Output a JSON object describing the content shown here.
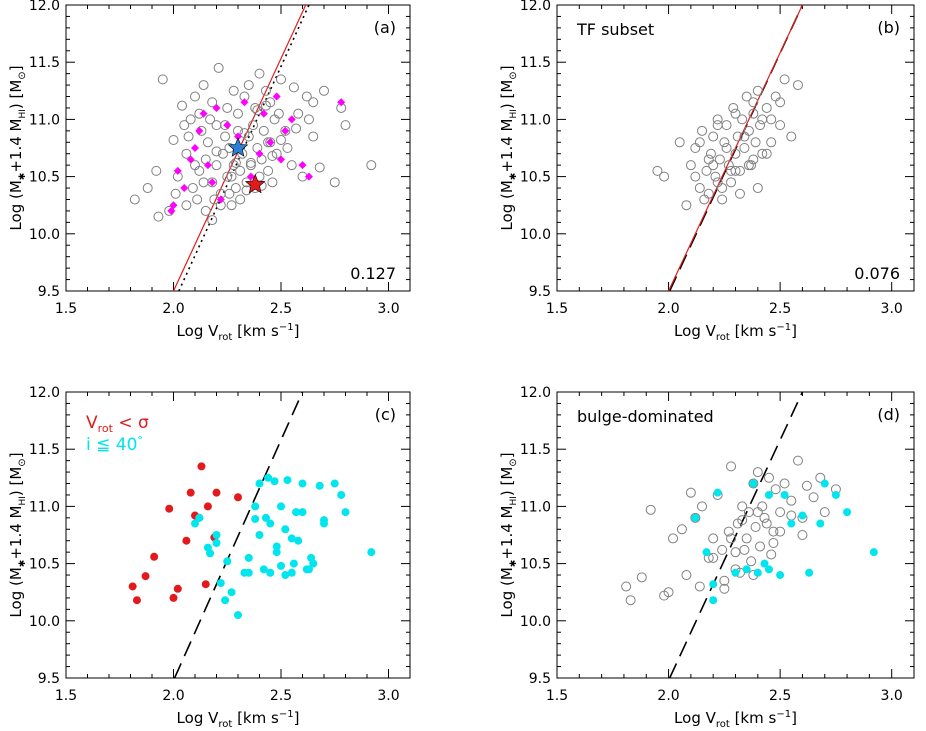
{
  "chart_data": [
    {
      "type": "scatter",
      "panel_label": "(a)",
      "inner_label": "",
      "scatter_value": "0.127",
      "xlabel": "Log V_rot [km s^-1]",
      "ylabel": "Log (M*+1.4 M_HI) [M_sun]",
      "xlim": [
        1.5,
        3.1
      ],
      "ylim": [
        9.5,
        12.0
      ],
      "x_ticks": [
        "1.5",
        "2.0",
        "2.5",
        "3.0"
      ],
      "y_ticks": [
        "9.5",
        "10.0",
        "10.5",
        "11.0",
        "11.5",
        "12.0"
      ],
      "lines": [
        {
          "name": "fit",
          "style": "solid",
          "color": "#e31a1c",
          "x": [
            2.0,
            2.615
          ],
          "y": [
            9.5,
            12.0
          ]
        },
        {
          "name": "reference",
          "style": "dotted",
          "color": "#000000",
          "x": [
            2.025,
            2.63
          ],
          "y": [
            9.5,
            12.0
          ]
        }
      ],
      "series": [
        {
          "name": "galaxies",
          "marker": "open-circle",
          "color": "#808080",
          "x": [
            1.82,
            1.88,
            1.92,
            1.95,
            1.98,
            2.0,
            2.02,
            2.04,
            2.05,
            2.06,
            2.07,
            2.08,
            2.09,
            2.1,
            2.1,
            2.11,
            2.12,
            2.13,
            2.14,
            2.15,
            2.15,
            2.16,
            2.17,
            2.18,
            2.18,
            2.19,
            2.2,
            2.2,
            2.21,
            2.22,
            2.23,
            2.24,
            2.25,
            2.25,
            2.26,
            2.27,
            2.28,
            2.28,
            2.29,
            2.3,
            2.3,
            2.31,
            2.32,
            2.33,
            2.34,
            2.35,
            2.35,
            2.36,
            2.37,
            2.38,
            2.38,
            2.39,
            2.4,
            2.4,
            2.41,
            2.42,
            2.43,
            2.44,
            2.45,
            2.45,
            2.46,
            2.47,
            2.48,
            2.5,
            2.52,
            2.55,
            2.58,
            2.6,
            2.62,
            2.65,
            2.7,
            2.75,
            2.78,
            2.8,
            2.92,
            1.93,
            2.01,
            2.06,
            2.14,
            2.18,
            2.22,
            2.27,
            2.31,
            2.36,
            2.41,
            2.44,
            2.49,
            2.53,
            2.57,
            2.63,
            2.68,
            2.12,
            2.2,
            2.26,
            2.33,
            2.39,
            2.46,
            2.24,
            2.29,
            2.34,
            2.43,
            2.5,
            2.56,
            2.65
          ],
          "y": [
            10.3,
            10.4,
            10.55,
            11.35,
            10.2,
            10.82,
            10.5,
            11.12,
            10.95,
            10.7,
            10.85,
            11.0,
            10.4,
            10.6,
            11.2,
            10.3,
            10.55,
            10.9,
            11.3,
            10.2,
            10.65,
            10.8,
            11.0,
            10.45,
            11.15,
            10.3,
            10.6,
            10.95,
            11.45,
            10.35,
            10.7,
            10.85,
            10.5,
            11.1,
            10.75,
            10.25,
            10.6,
            11.25,
            10.4,
            10.9,
            11.05,
            10.55,
            10.7,
            11.2,
            10.45,
            10.85,
            11.3,
            10.6,
            10.95,
            10.4,
            11.1,
            10.75,
            10.5,
            11.4,
            10.65,
            10.9,
            11.25,
            10.55,
            10.8,
            11.15,
            10.45,
            11.0,
            10.7,
            11.35,
            10.9,
            10.6,
            11.05,
            10.5,
            11.2,
            10.85,
            11.25,
            10.45,
            11.1,
            10.95,
            10.6,
            10.15,
            10.35,
            10.25,
            10.45,
            10.12,
            10.25,
            10.5,
            10.3,
            10.62,
            10.42,
            10.8,
            11.05,
            10.75,
            10.92,
            11.0,
            10.58,
            11.05,
            10.72,
            10.35,
            10.88,
            11.08,
            10.68,
            10.95,
            10.62,
            10.38,
            11.12,
            10.82,
            11.28,
            11.15
          ]
        },
        {
          "name": "highlighted",
          "marker": "filled-diamond",
          "color": "#ff00ff",
          "x": [
            1.99,
            2.0,
            2.02,
            2.05,
            2.08,
            2.1,
            2.12,
            2.14,
            2.16,
            2.18,
            2.2,
            2.22,
            2.25,
            2.3,
            2.33,
            2.36,
            2.4,
            2.42,
            2.45,
            2.48,
            2.5,
            2.52,
            2.55,
            2.6,
            2.63,
            2.78
          ],
          "y": [
            10.2,
            10.25,
            10.55,
            10.4,
            10.65,
            10.75,
            10.9,
            11.05,
            10.6,
            10.45,
            11.1,
            10.3,
            10.95,
            10.85,
            11.15,
            10.5,
            10.7,
            11.05,
            10.8,
            11.2,
            10.65,
            10.9,
            11.0,
            10.6,
            10.5,
            11.15
          ]
        },
        {
          "name": "star-blue",
          "marker": "star",
          "color": "#2b7fd6",
          "x": [
            2.3
          ],
          "y": [
            10.75
          ]
        },
        {
          "name": "star-red",
          "marker": "star",
          "color": "#e31a1c",
          "x": [
            2.38
          ],
          "y": [
            10.43
          ]
        }
      ]
    },
    {
      "type": "scatter",
      "panel_label": "(b)",
      "inner_label": "TF subset",
      "scatter_value": "0.076",
      "xlabel": "Log V_rot [km s^-1]",
      "ylabel": "Log (M*+1.4 M_HI) [M_sun]",
      "xlim": [
        1.5,
        3.1
      ],
      "ylim": [
        9.5,
        12.0
      ],
      "x_ticks": [
        "1.5",
        "2.0",
        "2.5",
        "3.0"
      ],
      "y_ticks": [
        "9.5",
        "10.0",
        "10.5",
        "11.0",
        "11.5",
        "12.0"
      ],
      "lines": [
        {
          "name": "dashed-fit",
          "style": "dashed",
          "color": "#000000",
          "x": [
            2.005,
            2.6
          ],
          "y": [
            9.5,
            12.0
          ]
        },
        {
          "name": "fit",
          "style": "solid",
          "color": "#e31a1c",
          "x": [
            2.0,
            2.6
          ],
          "y": [
            9.5,
            12.0
          ]
        }
      ],
      "series": [
        {
          "name": "TF subset",
          "marker": "open-circle",
          "color": "#808080",
          "x": [
            1.95,
            1.98,
            2.05,
            2.08,
            2.1,
            2.12,
            2.14,
            2.15,
            2.17,
            2.18,
            2.19,
            2.2,
            2.21,
            2.22,
            2.23,
            2.24,
            2.25,
            2.26,
            2.27,
            2.28,
            2.29,
            2.3,
            2.31,
            2.32,
            2.33,
            2.34,
            2.35,
            2.36,
            2.37,
            2.38,
            2.39,
            2.4,
            2.41,
            2.42,
            2.44,
            2.46,
            2.48,
            2.5,
            2.52,
            2.55,
            2.58,
            2.12,
            2.16,
            2.2,
            2.24,
            2.28,
            2.32,
            2.36,
            2.4,
            2.44,
            2.18,
            2.22,
            2.26,
            2.3,
            2.34,
            2.38,
            2.42,
            2.46,
            2.5,
            2.14,
            2.22,
            2.3,
            2.38
          ],
          "y": [
            10.55,
            10.5,
            10.8,
            10.25,
            10.6,
            10.75,
            10.4,
            10.9,
            10.55,
            10.35,
            10.7,
            10.85,
            10.5,
            11.0,
            10.65,
            10.3,
            10.8,
            10.95,
            10.6,
            10.45,
            11.1,
            10.7,
            10.85,
            10.55,
            11.0,
            10.75,
            11.2,
            10.9,
            10.6,
            11.05,
            10.8,
            11.25,
            10.95,
            10.7,
            11.1,
            11.0,
            11.2,
            10.95,
            11.35,
            10.85,
            11.3,
            10.5,
            10.3,
            10.6,
            10.4,
            10.55,
            10.35,
            10.6,
            10.4,
            10.7,
            10.65,
            10.45,
            10.75,
            10.55,
            10.85,
            10.65,
            11.0,
            10.8,
            11.15,
            10.8,
            10.95,
            11.05,
            11.15
          ]
        }
      ]
    },
    {
      "type": "scatter",
      "panel_label": "(c)",
      "inner_label": "",
      "scatter_value": "",
      "xlabel": "Log V_rot [km s^-1]",
      "ylabel": "Log (M*+1.4 M_HI) [M_sun]",
      "xlim": [
        1.5,
        3.1
      ],
      "ylim": [
        9.5,
        12.0
      ],
      "x_ticks": [
        "1.5",
        "2.0",
        "2.5",
        "3.0"
      ],
      "y_ticks": [
        "9.5",
        "10.0",
        "10.5",
        "11.0",
        "11.5",
        "12.0"
      ],
      "lines": [
        {
          "name": "dashed-fit",
          "style": "dashed",
          "color": "#000000",
          "x": [
            2.005,
            2.6
          ],
          "y": [
            9.5,
            12.0
          ]
        }
      ],
      "legend": [
        {
          "text": "V_rot < sigma",
          "color": "#e31a1c"
        },
        {
          "text": "i <= 40 deg",
          "color": "#00e5ee"
        }
      ],
      "series": [
        {
          "name": "V_rot < sigma",
          "marker": "filled-circle",
          "color": "#e31a1c",
          "x": [
            1.81,
            1.83,
            1.87,
            1.91,
            1.98,
            2.0,
            2.02,
            2.06,
            2.08,
            2.1,
            2.12,
            2.13,
            2.15,
            2.16,
            2.19,
            2.2,
            2.3
          ],
          "y": [
            10.3,
            10.18,
            10.39,
            10.56,
            10.98,
            10.2,
            10.28,
            10.7,
            11.12,
            10.92,
            10.9,
            11.35,
            10.32,
            11.0,
            10.73,
            11.12,
            11.08
          ]
        },
        {
          "name": "i <= 40 deg",
          "marker": "filled-circle",
          "color": "#00e5ee",
          "x": [
            2.1,
            2.12,
            2.16,
            2.17,
            2.2,
            2.22,
            2.24,
            2.27,
            2.3,
            2.33,
            2.35,
            2.38,
            2.4,
            2.42,
            2.44,
            2.45,
            2.47,
            2.48,
            2.5,
            2.52,
            2.53,
            2.55,
            2.57,
            2.6,
            2.62,
            2.64,
            2.68,
            2.7,
            2.75,
            2.78,
            2.8,
            2.92,
            2.2,
            2.25,
            2.35,
            2.4,
            2.45,
            2.5,
            2.55,
            2.6,
            2.65,
            2.7,
            2.38,
            2.43,
            2.48,
            2.52,
            2.56,
            2.58,
            2.63
          ],
          "y": [
            10.85,
            10.9,
            10.64,
            10.59,
            10.68,
            10.33,
            10.18,
            10.25,
            10.05,
            10.42,
            10.55,
            10.89,
            11.2,
            10.45,
            11.25,
            10.42,
            11.22,
            10.6,
            10.48,
            10.4,
            11.23,
            10.42,
            10.95,
            11.2,
            10.45,
            10.55,
            11.18,
            10.85,
            11.2,
            11.1,
            10.95,
            10.6,
            10.75,
            10.52,
            10.42,
            10.75,
            10.85,
            11.0,
            10.72,
            10.95,
            10.5,
            10.88,
            11.0,
            10.9,
            10.65,
            10.8,
            10.5,
            10.7,
            10.45
          ]
        }
      ]
    },
    {
      "type": "scatter",
      "panel_label": "(d)",
      "inner_label": "bulge-dominated",
      "scatter_value": "",
      "xlabel": "Log V_rot [km s^-1]",
      "ylabel": "Log (M*+1.4 M_HI) [M_sun]",
      "xlim": [
        1.5,
        3.1
      ],
      "ylim": [
        9.5,
        12.0
      ],
      "x_ticks": [
        "1.5",
        "2.0",
        "2.5",
        "3.0"
      ],
      "y_ticks": [
        "9.5",
        "10.0",
        "10.5",
        "11.0",
        "11.5",
        "12.0"
      ],
      "lines": [
        {
          "name": "dashed-fit",
          "style": "dashed",
          "color": "#000000",
          "x": [
            2.005,
            2.6
          ],
          "y": [
            9.5,
            12.0
          ]
        }
      ],
      "series": [
        {
          "name": "bulge-dominated",
          "marker": "open-circle",
          "color": "#808080",
          "x": [
            1.81,
            1.83,
            1.88,
            1.92,
            1.98,
            2.0,
            2.02,
            2.06,
            2.08,
            2.1,
            2.12,
            2.14,
            2.15,
            2.18,
            2.2,
            2.22,
            2.24,
            2.25,
            2.27,
            2.28,
            2.3,
            2.31,
            2.32,
            2.33,
            2.35,
            2.36,
            2.37,
            2.38,
            2.39,
            2.4,
            2.41,
            2.42,
            2.44,
            2.45,
            2.47,
            2.48,
            2.5,
            2.52,
            2.55,
            2.58,
            2.6,
            2.62,
            2.65,
            2.68,
            2.7,
            2.75,
            2.2,
            2.25,
            2.3,
            2.34,
            2.38,
            2.43,
            2.46,
            2.5,
            2.55,
            2.6,
            2.28,
            2.33,
            2.4,
            2.47
          ],
          "y": [
            10.3,
            10.18,
            10.38,
            10.97,
            10.22,
            10.25,
            10.72,
            10.8,
            10.4,
            11.12,
            10.9,
            10.3,
            11.0,
            10.55,
            10.72,
            11.1,
            10.62,
            10.35,
            10.78,
            11.35,
            10.6,
            10.85,
            10.42,
            11.0,
            10.72,
            10.95,
            10.52,
            11.2,
            10.82,
            11.3,
            10.65,
            11.0,
            10.85,
            11.25,
            10.78,
            11.15,
            10.95,
            11.2,
            11.05,
            11.4,
            10.9,
            11.18,
            11.08,
            11.25,
            10.95,
            11.15,
            10.55,
            10.28,
            10.45,
            10.62,
            10.4,
            10.9,
            10.58,
            10.78,
            10.92,
            10.75,
            10.72,
            10.88,
            10.95,
            10.68
          ]
        },
        {
          "name": "i <= 40 deg",
          "marker": "filled-circle",
          "color": "#00e5ee",
          "x": [
            2.12,
            2.17,
            2.2,
            2.22,
            2.3,
            2.35,
            2.38,
            2.4,
            2.43,
            2.45,
            2.5,
            2.52,
            2.55,
            2.6,
            2.63,
            2.68,
            2.7,
            2.75,
            2.8,
            2.92,
            2.2,
            2.45
          ],
          "y": [
            10.9,
            10.6,
            10.18,
            11.12,
            10.42,
            10.45,
            11.2,
            10.42,
            10.5,
            11.1,
            10.4,
            11.1,
            10.85,
            10.92,
            10.42,
            10.85,
            11.2,
            11.1,
            10.95,
            10.6,
            10.32,
            10.45
          ]
        }
      ]
    }
  ]
}
